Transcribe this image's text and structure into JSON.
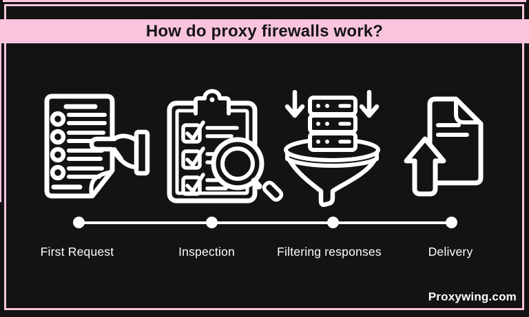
{
  "title": "How do proxy firewalls work?",
  "brand": "Proxywing.com",
  "steps": [
    {
      "label": "First Request",
      "icon": "request-list-hand-icon"
    },
    {
      "label": "Inspection",
      "icon": "clipboard-magnifier-icon"
    },
    {
      "label": "Filtering responses",
      "icon": "funnel-servers-icon"
    },
    {
      "label": "Delivery",
      "icon": "document-up-arrow-icon"
    }
  ],
  "colors": {
    "background": "#131313",
    "accent_pink": "#f9c4dc",
    "line_art": "#ffffff",
    "title_text": "#141414"
  }
}
